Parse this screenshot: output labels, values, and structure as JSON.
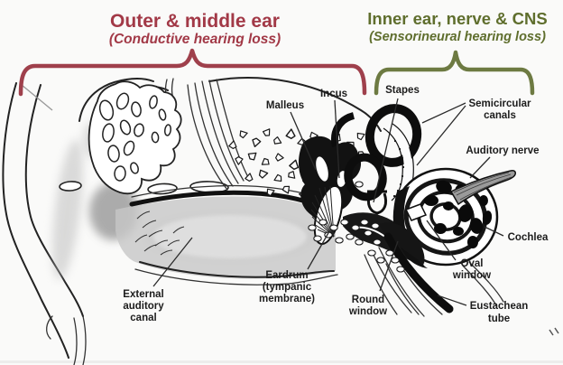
{
  "header": {
    "left": {
      "title": "Outer & middle ear",
      "subtitle": "(Conductive hearing loss)",
      "color": "#a23947"
    },
    "right": {
      "title": "Inner ear, nerve & CNS",
      "subtitle": "(Sensorineural hearing loss)",
      "color": "#5f6e2d"
    }
  },
  "braces": {
    "left_color": "#9f404c",
    "right_color": "#6d7a42"
  },
  "anatomy_labels": {
    "malleus": "Malleus",
    "incus": "Incus",
    "stapes": "Stapes",
    "semicircular_canals": {
      "line1": "Semicircular",
      "line2": "canals"
    },
    "auditory_nerve": "Auditory nerve",
    "cochlea": "Cochlea",
    "oval_window": {
      "line1": "Oval",
      "line2": "window"
    },
    "eustachean_tube": {
      "line1": "Eustachean",
      "line2": "tube"
    },
    "round_window": {
      "line1": "Round",
      "line2": "window"
    },
    "eardrum": {
      "line1": "Eardrum",
      "line2": "(tympanic",
      "line3": "membrane)"
    },
    "external_auditory_canal": {
      "line1": "External",
      "line2": "auditory",
      "line3": "canal"
    }
  },
  "colors": {
    "label_text": "#1c1c1c",
    "leader_line": "#2a2a2a",
    "drawing_ink": "#1a1a1a",
    "shading_gray": "#9e9e9e"
  }
}
